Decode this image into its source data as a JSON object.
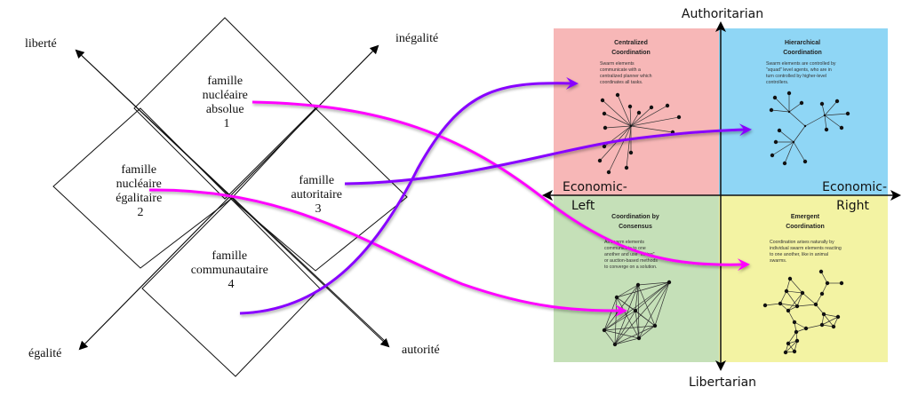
{
  "left_diagram": {
    "axes": {
      "top_left": "liberté",
      "top_right": "inégalité",
      "bottom_left": "égalité",
      "bottom_right": "autorité"
    },
    "families": [
      {
        "lines": [
          "famille",
          "nucléaire",
          "absolue",
          "1"
        ]
      },
      {
        "lines": [
          "famille",
          "nucléaire",
          "égalitaire",
          "2"
        ]
      },
      {
        "lines": [
          "famille",
          "autoritaire",
          "3"
        ]
      },
      {
        "lines": [
          "famille",
          "communautaire",
          "4"
        ]
      }
    ]
  },
  "right_diagram": {
    "axes": {
      "top": "Authoritarian",
      "bottom": "Libertarian",
      "left_upper": "Economic-",
      "left_lower": "Left",
      "right_upper": "Economic-",
      "right_lower": "Right"
    },
    "quadrants": [
      {
        "id": "top-left",
        "color": "#f7b7b7",
        "title": [
          "Centralized",
          "Coordination"
        ],
        "desc": [
          "Swarm elements",
          "communicate with a",
          "centralized planner which",
          "coordinates all tasks."
        ]
      },
      {
        "id": "top-right",
        "color": "#8fd6f5",
        "title": [
          "Hierarchical",
          "Coordination"
        ],
        "desc": [
          "Swarm elements are controlled by",
          "\"squad\" level agents, who are in",
          "turn controlled by higher-level",
          "controllers."
        ]
      },
      {
        "id": "bottom-left",
        "color": "#c5e0b8",
        "title": [
          "Coordination by",
          "Consensus"
        ],
        "desc": [
          "All swarm elements",
          "communicate to one",
          "another and use \"voting\"",
          "or auction-based methods",
          "to converge on a solution."
        ]
      },
      {
        "id": "bottom-right",
        "color": "#f3f3a3",
        "title": [
          "Emergent",
          "Coordination"
        ],
        "desc": [
          "Coordination arises naturally by",
          "individual swarm elements reacting",
          "to one another, like in animal",
          "swarms."
        ]
      }
    ]
  },
  "connectors": [
    {
      "from": "famille nucléaire absolue",
      "to": "Emergent Coordination",
      "color": "#ff00ff"
    },
    {
      "from": "famille nucléaire égalitaire",
      "to": "Coordination by Consensus",
      "color": "#ff00ff"
    },
    {
      "from": "famille autoritaire",
      "to": "Hierarchical Coordination",
      "color": "#8800ff"
    },
    {
      "from": "famille communautaire",
      "to": "Centralized Coordination",
      "color": "#8800ff"
    }
  ]
}
